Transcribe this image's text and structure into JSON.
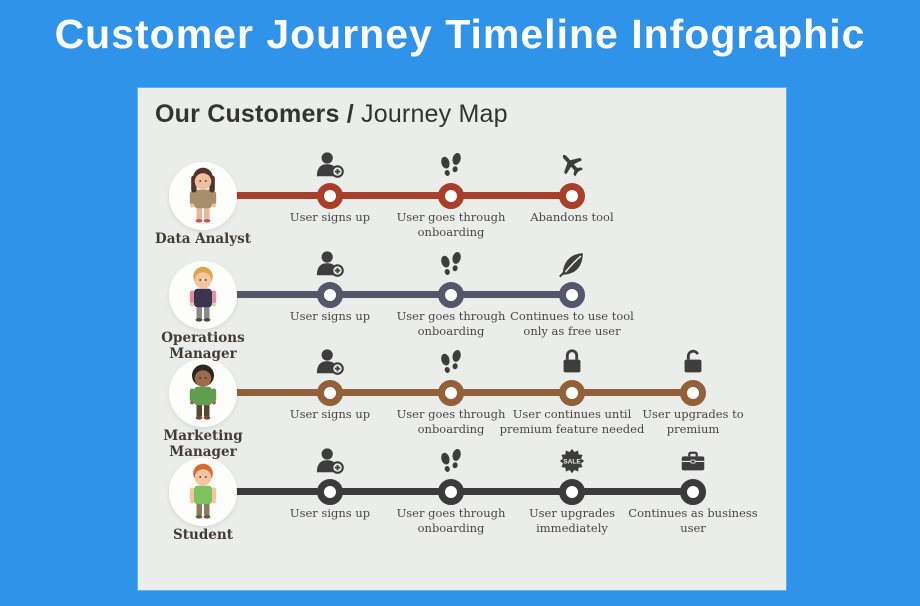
{
  "header": {
    "title": "Customer Journey Timeline Infographic"
  },
  "panel": {
    "title_bold": "Our Customers /",
    "title_regular": " Journey Map"
  },
  "colors": {
    "page_background": "#2e93e9",
    "panel_background": "#ebedea",
    "icon": "#3d3d3d",
    "label_text": "#4a4540",
    "title_text": "#ffffff"
  },
  "rows": [
    {
      "name": "Data Analyst",
      "color": "#a93e2b",
      "avatar": {
        "skin": "#f0c09c",
        "hair": "#4e342a",
        "shirt": "#a5906b",
        "arms": "#a5906b",
        "pants": "#e8b894",
        "shoes": "#c05a5a",
        "style": "long"
      },
      "milestones": [
        {
          "icon": "user-plus-icon",
          "label": "User signs up"
        },
        {
          "icon": "footprints-icon",
          "label": "User goes through onboarding"
        },
        {
          "icon": "plane-icon",
          "label": "Abandons tool"
        }
      ]
    },
    {
      "name": "Operations Manager",
      "color": "#54566a",
      "avatar": {
        "skin": "#f3c6a0",
        "hair": "#d9a84e",
        "shirt": "#3c3550",
        "arms": "#e08ea4",
        "pants": "#8a8a8a",
        "shoes": "#4a4a4a",
        "style": "short"
      },
      "milestones": [
        {
          "icon": "user-plus-icon",
          "label": "User signs up"
        },
        {
          "icon": "footprints-icon",
          "label": "User goes through onboarding"
        },
        {
          "icon": "leaf-icon",
          "label": "Continues to use tool only as free user"
        }
      ]
    },
    {
      "name": "Marketing Manager",
      "color": "#92613a",
      "avatar": {
        "skin": "#9c6b4a",
        "hair": "#2e2420",
        "shirt": "#5f9e50",
        "arms": "#5f9e50",
        "pants": "#5a4632",
        "shoes": "#7a4c32",
        "style": "afro"
      },
      "milestones": [
        {
          "icon": "user-plus-icon",
          "label": "User signs up"
        },
        {
          "icon": "footprints-icon",
          "label": "User goes through onboarding"
        },
        {
          "icon": "lock-icon",
          "label": "User continues until premium feature needed"
        },
        {
          "icon": "unlock-icon",
          "label": "User upgrades to premium"
        }
      ]
    },
    {
      "name": "Student",
      "color": "#3b3b3b",
      "avatar": {
        "skin": "#f3c6a0",
        "hair": "#d9692e",
        "shirt": "#7fc15e",
        "arms": "#f3c6a0",
        "pants": "#8c7a5a",
        "shoes": "#6a5a48",
        "style": "short"
      },
      "milestones": [
        {
          "icon": "user-plus-icon",
          "label": "User signs up"
        },
        {
          "icon": "footprints-icon",
          "label": "User goes through onboarding"
        },
        {
          "icon": "sale-icon",
          "label": "User upgrades immediately"
        },
        {
          "icon": "briefcase-icon",
          "label": "Continues as business user"
        }
      ]
    }
  ]
}
